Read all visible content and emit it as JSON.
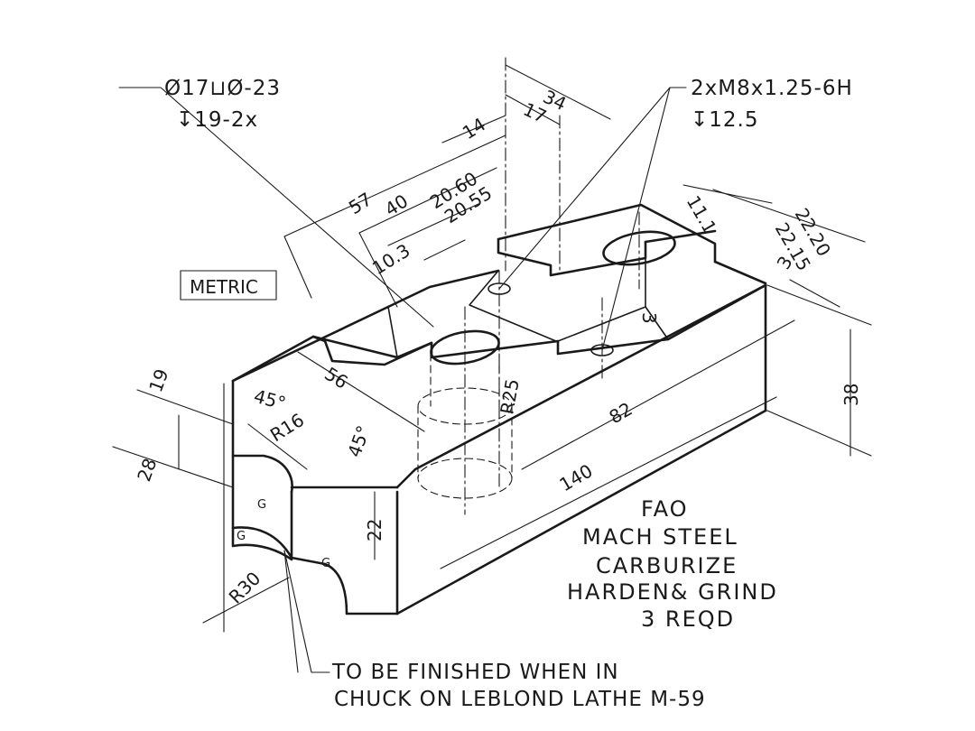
{
  "callout_counterbore": {
    "line1": "Ø17⊔Ø-23",
    "line2": "↧19-2x"
  },
  "callout_thread": {
    "line1": "2xM8x1.25-6H",
    "line2": "↧12.5"
  },
  "unit_box": "METRIC",
  "dimensions": {
    "d34": "34",
    "d17": "17",
    "d14": "14",
    "d57": "57",
    "d40": "40",
    "d2060": "20.60",
    "d2055": "20.55",
    "d103": "10.3",
    "d111": "11.1",
    "d2220": "22.20",
    "d2215": "22.15",
    "d3a": "3",
    "d3b": "3",
    "d38": "38",
    "d82": "82",
    "d140": "140",
    "d56": "56",
    "d19": "19",
    "d28": "28",
    "d22": "22",
    "a45a": "45°",
    "a45b": "45°",
    "r16": "R16",
    "r25": "R25",
    "r30": "R30"
  },
  "grind_marks": [
    "G",
    "G",
    "G"
  ],
  "spec_block": [
    "FAO",
    "MACH STEEL",
    "CARBURIZE",
    "HARDEN& GRIND",
    "3 REQD"
  ],
  "finish_note": {
    "line1": "TO BE FINISHED WHEN IN",
    "line2": "CHUCK ON LEBLOND LATHE M-59"
  }
}
